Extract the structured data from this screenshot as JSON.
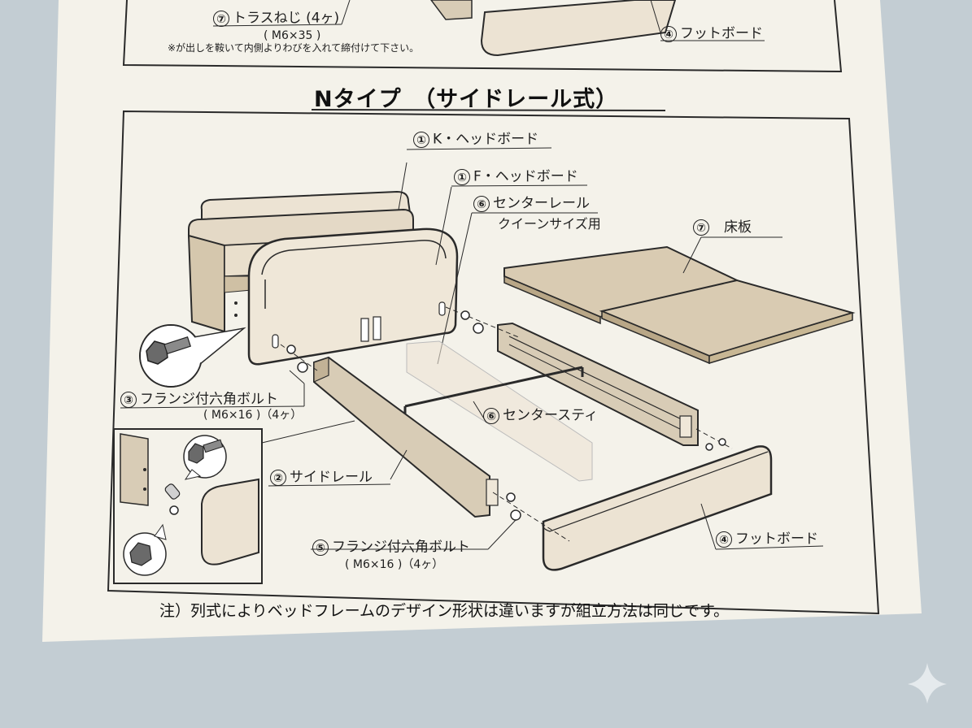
{
  "top_section": {
    "screw_label": {
      "num": "⑦",
      "text": "トラスねじ (4ヶ)"
    },
    "screw_size": "( M6×35 )",
    "screw_note": "※が出しを鞍いて内側よりわびを入れて締付けて下さい。",
    "footboard_label": {
      "num": "④",
      "text": "フットボード"
    }
  },
  "section_title": "Nタイプ　（サイドレール式）",
  "parts": {
    "k_headboard": {
      "num": "①",
      "text": "K・ヘッドボード"
    },
    "f_headboard": {
      "num": "①",
      "text": "F・ヘッドボード"
    },
    "center_rail": {
      "num": "⑥",
      "text": "センターレール"
    },
    "center_rail_sub": "クイーンサイズ用",
    "floor_board": {
      "num": "⑦",
      "text": "床板"
    },
    "flange_bolt_3": {
      "num": "③",
      "text": "フランジ付六角ボルト"
    },
    "flange_bolt_3_size": "( M6×16 )（4ヶ）",
    "center_stay": {
      "num": "⑥",
      "text": "センタースティ"
    },
    "side_rail": {
      "num": "②",
      "text": "サイドレール"
    },
    "flange_bolt_5": {
      "num": "⑤",
      "text": "フランジ付六角ボルト"
    },
    "flange_bolt_5_size": "( M6×16 )（4ヶ）",
    "footboard": {
      "num": "④",
      "text": "フットボード"
    }
  },
  "footnote": "注）列式によりベッドフレームのデザイン形状は違いますが組立方法は同じです。",
  "colors": {
    "background": "#c3cdd3",
    "paper": "#f4f2ea",
    "wood_light": "#ece3d3",
    "wood_mid": "#d8ccb6",
    "wood_dark": "#c2b296",
    "floor_board": "#d9cbb2",
    "line": "#2a2a2a"
  }
}
